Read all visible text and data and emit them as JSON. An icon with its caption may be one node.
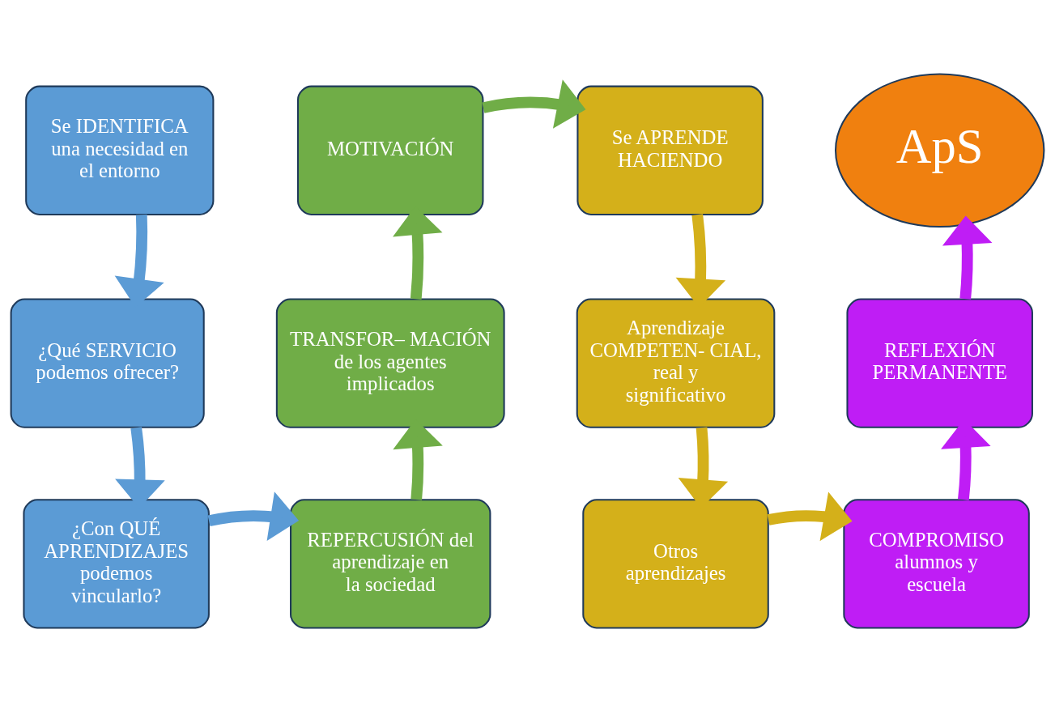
{
  "diagram": {
    "nodes": [
      {
        "text": [
          "Se IDENTIFICA una necesidad en el entorno"
        ]
      },
      {
        "text": [
          "¿Qué SERVICIO podemos ofrecer?"
        ]
      },
      {
        "text": [
          "¿Con QUÉ APRENDIZAJES podemos vincularlo?"
        ]
      },
      {
        "text": [
          "REPERCUSIÓN del aprendizaje en la sociedad"
        ]
      },
      {
        "text": [
          "TRANSFOR– MACIÓN de los agentes implicados"
        ]
      },
      {
        "text": [
          "MOTIVACIÓN"
        ]
      },
      {
        "text": [
          "Se APRENDE HACIENDO"
        ]
      },
      {
        "text": [
          "Aprendizaje COMPETEN- CIAL, real y significativo"
        ]
      },
      {
        "text": [
          "Otros aprendizajes"
        ]
      },
      {
        "text": [
          "COMPROMISO alumnos y escuela"
        ]
      },
      {
        "text": [
          "REFLEXIÓN PERMANENTE"
        ]
      },
      {
        "text": [
          "ApS"
        ]
      }
    ],
    "edges": [
      {
        "from": 0,
        "to": 1,
        "arrow": "to",
        "color": "#5b9bd5"
      },
      {
        "from": 1,
        "to": 2,
        "arrow": "to",
        "color": "#5b9bd5"
      },
      {
        "from": 2,
        "to": 3,
        "arrow": "to",
        "color": "#5b9bd5"
      },
      {
        "from": 3,
        "to": 4,
        "arrow": "to",
        "color": "#70ad47"
      },
      {
        "from": 4,
        "to": 5,
        "arrow": "to",
        "color": "#70ad47"
      },
      {
        "from": 5,
        "to": 6,
        "arrow": "to",
        "color": "#70ad47"
      },
      {
        "from": 6,
        "to": 7,
        "arrow": "to",
        "color": "#d4b01a"
      },
      {
        "from": 7,
        "to": 8,
        "arrow": "to",
        "color": "#d4b01a"
      },
      {
        "from": 8,
        "to": 9,
        "arrow": "to",
        "color": "#d4b01a"
      },
      {
        "from": 9,
        "to": 10,
        "arrow": "to",
        "color": "#bf1df5"
      },
      {
        "from": 10,
        "to": 11,
        "arrow": "to",
        "color": "#bf1df5"
      }
    ]
  }
}
